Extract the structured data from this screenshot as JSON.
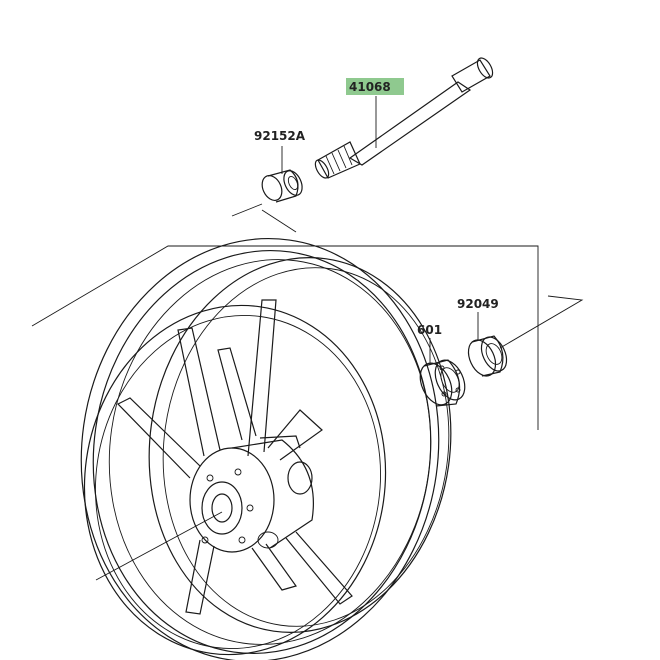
{
  "parts": [
    {
      "id": "p41068",
      "number": "41068",
      "highlighted": true
    },
    {
      "id": "p92152a",
      "number": "92152A",
      "highlighted": false
    },
    {
      "id": "p601",
      "number": "601",
      "highlighted": false
    },
    {
      "id": "p92049",
      "number": "92049",
      "highlighted": false
    }
  ],
  "colors": {
    "highlight": "#8fc98f",
    "ink": "#1a1a1a",
    "background": "#ffffff"
  }
}
